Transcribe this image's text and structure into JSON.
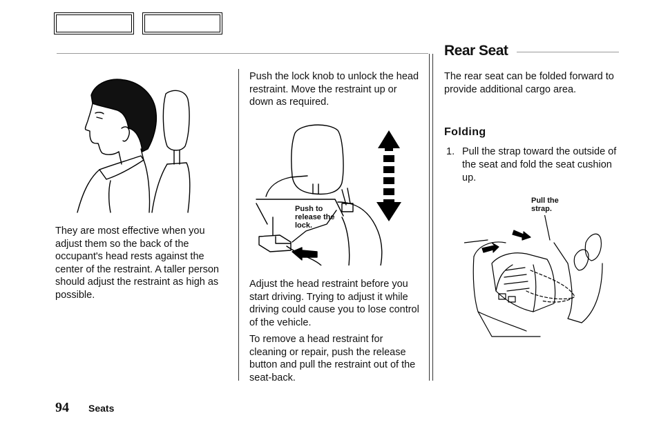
{
  "column1": {
    "paragraph": "They are most effective when you adjust them so the back of the occupant's head rests against the center of the restraint. A taller person should adjust the restraint as high as possible."
  },
  "column2": {
    "paragraph1": "Push the lock knob to unlock the head restraint. Move the restraint up or down as required.",
    "callout": "Push to release the lock.",
    "paragraph2": "Adjust the head restraint before you start driving. Trying to adjust it while driving could cause you to lose control of the vehicle.",
    "paragraph3": "To remove a head restraint for cleaning or repair, push the release button and pull the restraint out of the seat-back."
  },
  "column3": {
    "title": "Rear Seat",
    "intro": "The rear seat can be folded forward to provide additional cargo area.",
    "subheading": "Folding",
    "steps": [
      {
        "number": "1.",
        "text": "Pull the strap toward the outside of the seat and fold the seat cushion up."
      }
    ],
    "callout": "Pull the strap."
  },
  "footer": {
    "page_number": "94",
    "section": "Seats"
  }
}
